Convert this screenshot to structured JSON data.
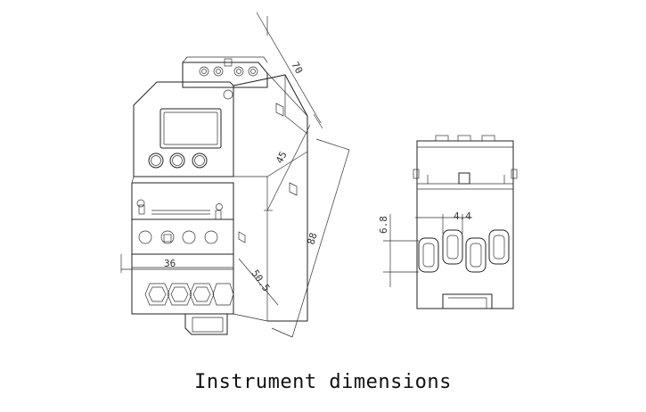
{
  "caption": "Instrument dimensions",
  "dimensions": {
    "depth": "70",
    "front_height": "45",
    "total_height": "88",
    "width": "36",
    "rail": "50.5",
    "terminal_pitch": "4.4",
    "terminal_height": "6.8"
  }
}
